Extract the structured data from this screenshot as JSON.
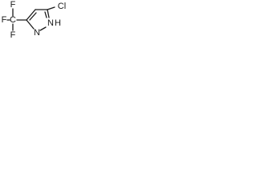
{
  "molecule": {
    "atoms": {
      "f_top": "F",
      "f_left": "F",
      "f_bottom": "F",
      "c_cf3": "C",
      "cl": "Cl",
      "nh": "N",
      "h": "H",
      "n": "N"
    },
    "bond_color": "#1a1a1a",
    "text_color": "#1a1a1a"
  }
}
